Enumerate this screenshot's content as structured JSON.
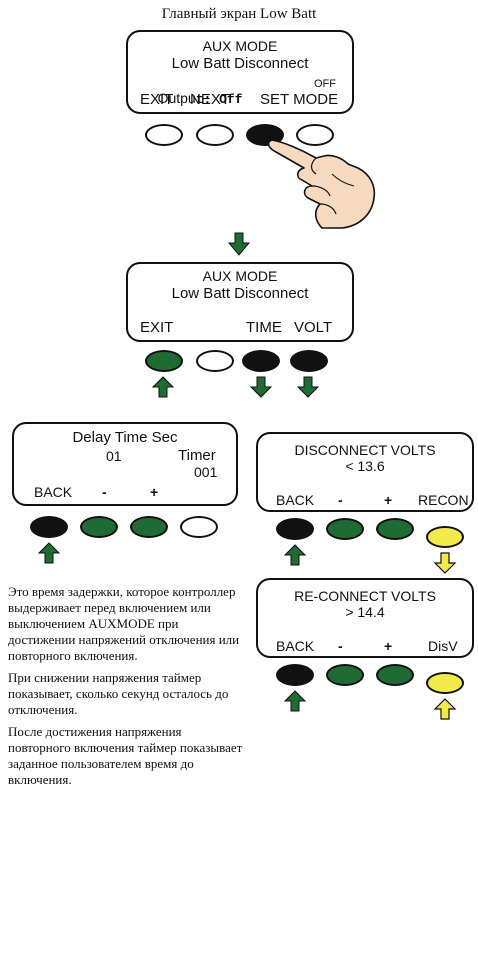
{
  "title": "Главный экран Low Batt",
  "screen1": {
    "line1": "AUX MODE",
    "line2": "Low Batt Disconnect",
    "output_label": "Outpu",
    "output_value": "t: Off",
    "status": "OFF",
    "soft_exit": "EXIT",
    "soft_next": "NEXT",
    "soft_set_mode": "SET MODE"
  },
  "screen2": {
    "line1": "AUX MODE",
    "line2": "Low Batt Disconnect",
    "soft_exit": "EXIT",
    "soft_time": "TIME",
    "soft_volt": "VOLT"
  },
  "screen_delay": {
    "title": "Delay Time Sec",
    "value": "01",
    "timer_label": "Timer",
    "timer_value": "001",
    "soft_back": "BACK",
    "soft_minus": "-",
    "soft_plus": "+"
  },
  "screen_disconnect": {
    "title": "DISCONNECT VOLTS",
    "value": "< 13.6",
    "soft_back": "BACK",
    "soft_minus": "-",
    "soft_plus": "+",
    "soft_recon": "RECON"
  },
  "screen_reconnect": {
    "title": "RE-CONNECT VOLTS",
    "value": "> 14.4",
    "soft_back": "BACK",
    "soft_minus": "-",
    "soft_plus": "+",
    "soft_disv": "DisV"
  },
  "description": {
    "p1": "Это время задержки, которое контроллер выдерживает перед включением или выключением AUXMODE при достижении напряжений отключения или повторного включения.",
    "p2": "При снижении напряжения таймер показывает, сколько секунд осталось до отключения.",
    "p3": "После достижения напряжения повторного включения таймер показывает заданное пользователем время до включения."
  },
  "colors": {
    "button_green": "#1f6b34",
    "button_black": "#111111",
    "button_yellow": "#f2e94a",
    "arrow_green": "#1f6b34",
    "arrow_yellow": "#f2e94a"
  }
}
